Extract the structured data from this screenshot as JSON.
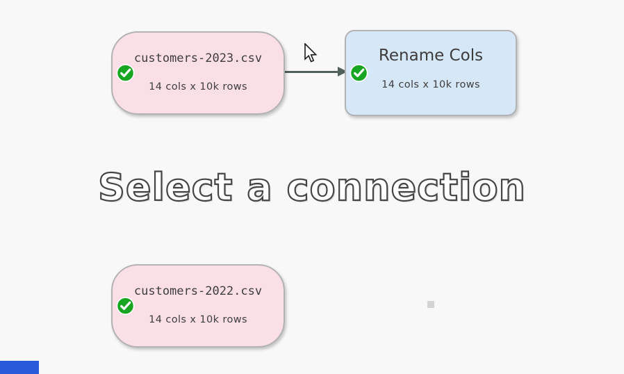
{
  "app": {
    "view": "data-transform-canvas",
    "watermark_text": "Select a connection"
  },
  "nodes": [
    {
      "id": "customers-2023",
      "kind": "input-file",
      "title": "customers-2023.csv",
      "subtitle": "14 cols x 10k rows",
      "status": "ok",
      "status_icon": "green-check-icon",
      "fill": "#fbdfe7"
    },
    {
      "id": "rename-cols",
      "kind": "transform",
      "title": "Rename Cols",
      "subtitle": "14 cols x 10k rows",
      "status": "ok",
      "status_icon": "green-check-icon",
      "fill": "#d6e7f8"
    },
    {
      "id": "customers-2022",
      "kind": "input-file",
      "title": "customers-2022.csv",
      "subtitle": "14 cols x 10k rows",
      "status": "ok",
      "status_icon": "green-check-icon",
      "fill": "#fbdfe7"
    }
  ],
  "connections": [
    {
      "from": "customers-2023",
      "to": "rename-cols"
    }
  ],
  "colors": {
    "bg": "#f8f8f8",
    "pink-fill": "#fbdfe7",
    "blue-fill": "#d6e7f8",
    "node-border": "#b3b3b3",
    "green": "#18a522",
    "arrow": "#51605a",
    "title": "#3c3c3c",
    "sub": "#3d3d3d",
    "blue-mark": "#2a59d8",
    "square": "#d3d3d3"
  }
}
